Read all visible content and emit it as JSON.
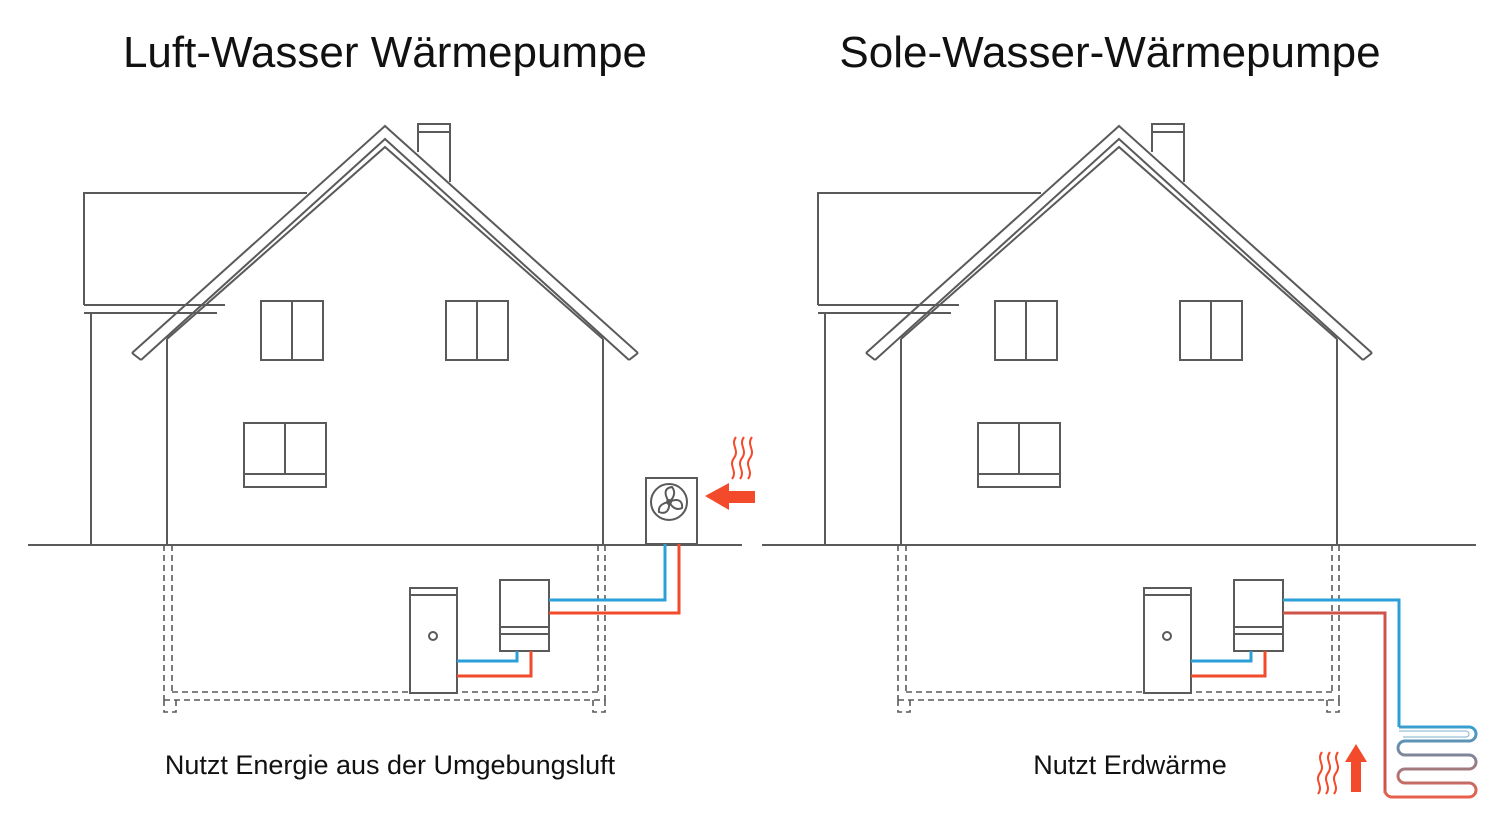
{
  "panels": {
    "air": {
      "title": "Luft-Wasser Wärmepumpe",
      "caption": "Nutzt Energie aus der Umgebungsluft"
    },
    "ground": {
      "title": "Sole-Wasser-Wärmepumpe",
      "caption": "Nutzt Erdwärme"
    }
  },
  "colors": {
    "line": "#5a5a5a",
    "cold_pipe": "#2a9fd8",
    "hot_pipe": "#f24a2a",
    "arrow": "#f24a2a",
    "collector_gradient_start": "#3a9fd0",
    "collector_gradient_end": "#e8604a"
  },
  "icons": {
    "heat-waves": "wavy-lines-icon",
    "fan": "fan-icon",
    "arrow-left": "arrow-left-icon",
    "arrow-up": "arrow-up-icon"
  }
}
